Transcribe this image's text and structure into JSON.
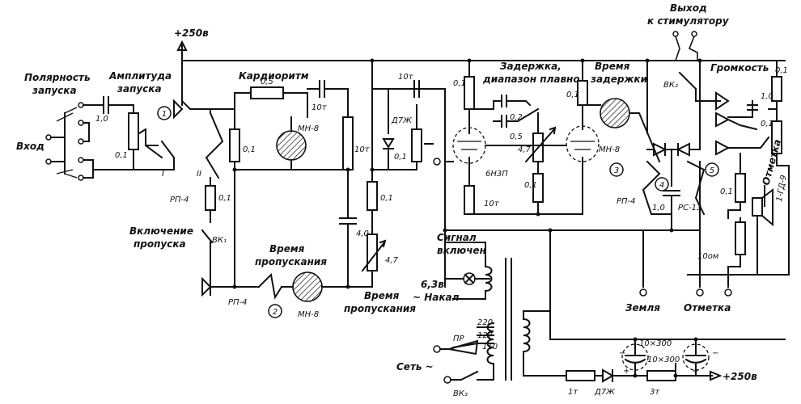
{
  "labels": {
    "plus250_top": "+250в",
    "vyhod": "Выход",
    "k_stimulyatoru": "к стимулятору",
    "polyarnost": "Полярность",
    "zapuska1": "запуска",
    "amplituda": "Амплитуда",
    "zapuska2": "запуска",
    "vhod": "Вход",
    "kardioritm": "Кардиоритм",
    "zaderzhka": "Задержка,",
    "diapazon": "диапазон плавно",
    "vremya": "Время",
    "zaderzhki": "задержки",
    "gromkost": "Громкость",
    "vklyuchenie": "Включение",
    "propuska": "пропуска",
    "vremya_prop": "Время",
    "propuskaniya": "пропускания",
    "vremya_prop2": "Время",
    "propuskaniya2": "пропускания",
    "signal": "Сигнал",
    "vklyuchen": "включен",
    "nakal_v": "6,3в",
    "nakal": "~ Накал",
    "zemlya": "Земля",
    "otmetka": "Отметка",
    "otmetka_v": "Отметка",
    "set": "Сеть ~",
    "plus250_bot": "+250в"
  },
  "components": {
    "c1_0": "1,0",
    "r0_1_amp": "0,1",
    "mark_I": "I",
    "mark_II": "II",
    "rp4_a": "РП-4",
    "r0_1_vert": "0,1",
    "vk1": "ВК₁",
    "r0_5": "0,5",
    "r0_1_mid": "0,1",
    "mn8_a": "МН-8",
    "c10t_a": "10т",
    "r10t": "10т",
    "c10t_b": "10т",
    "d7zh_a": "Д7Ж",
    "r0_1_pot": "0,1",
    "c4_0": "4,0",
    "r0_1_c": "0,1",
    "r4_7_a": "4,7",
    "rp4_b": "РП-4",
    "mn8_b": "МН-8",
    "r0_1_plate": "0,1",
    "c0_2": "0,2",
    "c0_5": "0,5",
    "tube": "6Н3П",
    "r10t_cath": "10т",
    "r4_7_b": "4,7",
    "r0_1_d": "0,1",
    "r0_1_plate2": "0,1",
    "mn8_c": "МН-8",
    "vk2": "ВК₂",
    "rp4_c": "РП-4",
    "c1_0_b": "1,0",
    "rs13": "РС-13",
    "r0_1_vol": "0,1",
    "c1_0_c": "1,0",
    "r0_1_e": "0,1",
    "r0_1_f": "0,1",
    "r10om": "10ом",
    "gd9": "1-ГД-9",
    "tap220": "220",
    "tap127": "127",
    "tap110": "110",
    "pr": "ПР",
    "vk3": "ВК₃",
    "r1t": "1т",
    "d7zh_b": "Д7Ж",
    "r3t": "3т",
    "cap10x300a": "10×300",
    "cap10x300b": "10×300",
    "pol_minus": "−",
    "pol_plus": "+",
    "pol_minus2": "−",
    "pol_plus2": "+"
  },
  "circles": [
    "1",
    "2",
    "3",
    "4",
    "5"
  ]
}
